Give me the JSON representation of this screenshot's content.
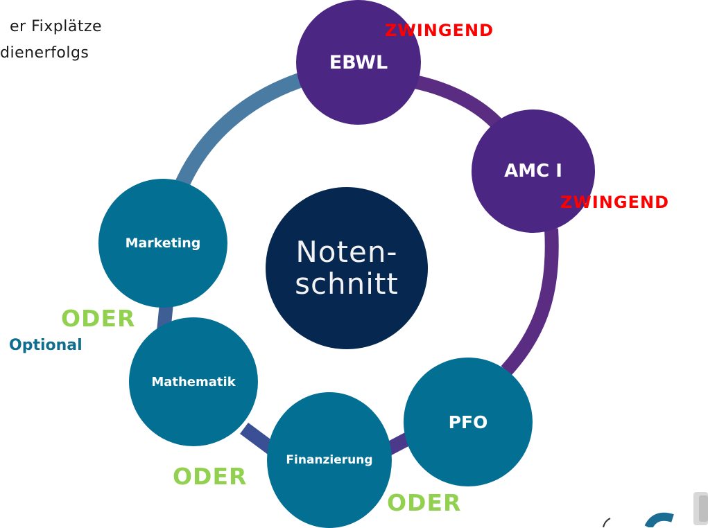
{
  "intro": {
    "line1": "er Fixplätze",
    "line2": "dienerfolgs"
  },
  "center": {
    "line1": "Noten-",
    "line2": "schnitt"
  },
  "nodes": {
    "ebwl": "EBWL",
    "amc": "AMC I",
    "pfo": "PFO",
    "finanzierung": "Finanzierung",
    "mathematik": "Mathematik",
    "marketing": "Marketing"
  },
  "tags": {
    "zwingend_ebwl": "ZWINGEND",
    "zwingend_amc": "ZWINGEND",
    "oder_mkt_math": "ODER",
    "optional": "Optional",
    "oder_math_fin": "ODER",
    "oder_fin_pfo": "ODER"
  },
  "colors": {
    "purple": "#4b2683",
    "teal": "#036f93",
    "navy": "#062850",
    "ring_blue": "#4a7ba2",
    "ring_purple": "#5a2d82",
    "zwingend": "#ff0000",
    "oder": "#92d050",
    "optional": "#0f6d8f"
  }
}
